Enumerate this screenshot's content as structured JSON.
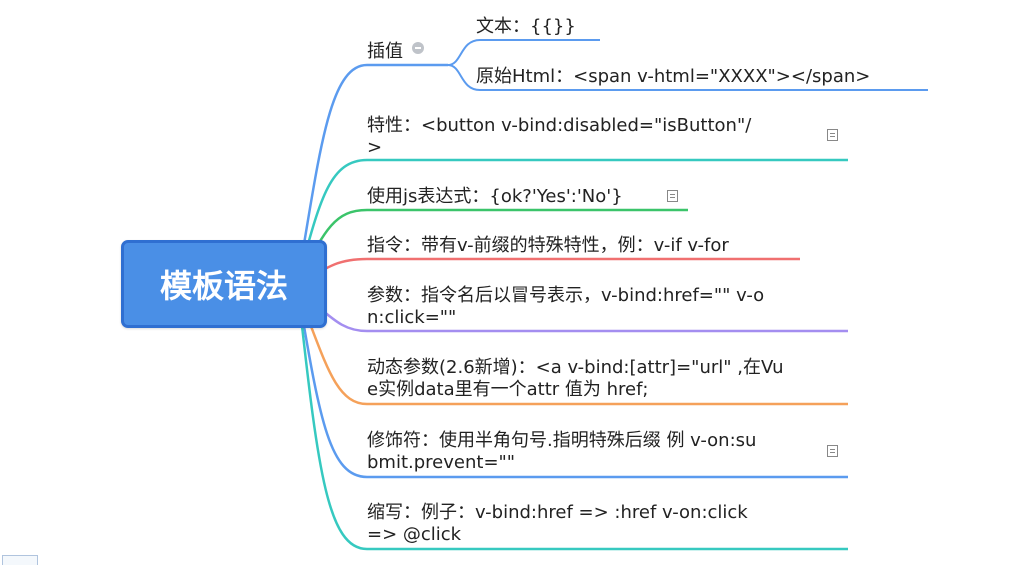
{
  "central": "模板语法",
  "subtopics": {
    "interpolation": {
      "label": "插值",
      "text": "文本：{{}}",
      "rawhtml": "原始Html：<span v-html=\"XXXX\"></span>"
    },
    "attribute": {
      "line1": "特性：<button v-bind:disabled=\"isButton\"/",
      "line2": ">"
    },
    "js_expr": "使用js表达式：{ok?'Yes':'No'}",
    "directive": "指令：带有v-前缀的特殊特性，例：v-if     v-for",
    "argument": {
      "line1": "参数：指令名后以冒号表示，v-bind:href=\"\"  v-o",
      "line2": "n:click=\"\""
    },
    "dynamic_arg": {
      "line1": "动态参数(2.6新增)：<a v-bind:[attr]=\"url\" ,在Vu",
      "line2": "e实例data里有一个attr 值为 href;"
    },
    "modifier": {
      "line1": "修饰符：使用半角句号.指明特殊后缀 例 v-on:su",
      "line2": "bmit.prevent=\"\""
    },
    "shorthand": {
      "line1": "缩写：例子：v-bind:href  => :href    v-on:click",
      "line2": "=> @click"
    }
  },
  "colors": {
    "central_fill": "#4a8fe6",
    "blue": "#5b9bef",
    "teal": "#36c9c0",
    "green": "#3bc46a",
    "red": "#f07070",
    "purple": "#a48ef0",
    "orange": "#f5a15a"
  },
  "icons": [
    "collapse-icon",
    "note-icon"
  ]
}
